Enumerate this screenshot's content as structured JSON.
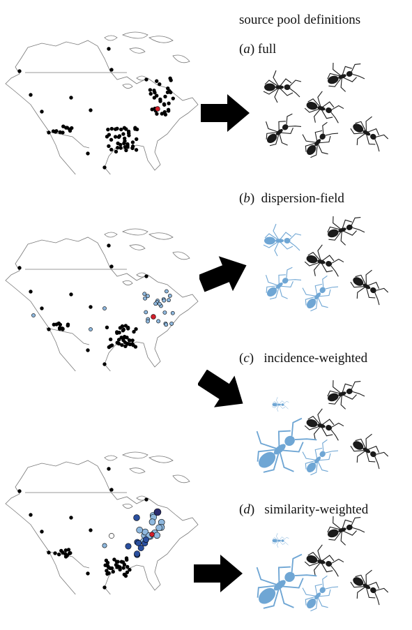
{
  "heading": "source pool definitions",
  "panels": [
    {
      "letter": "a",
      "name": "full"
    },
    {
      "letter": "b",
      "name": "dispersion-field"
    },
    {
      "letter": "c",
      "name": "incidence-weighted"
    },
    {
      "letter": "d",
      "name": "similarity-weighted"
    }
  ],
  "colors": {
    "background": "#ffffff",
    "site_black": "#000000",
    "site_light_blue": "#8fb8de",
    "site_dark_blue": "#2a4f9e",
    "site_navy": "#2c2d6e",
    "focal_site_red": "#d21f2a",
    "ant_black": "#1a1a1a",
    "ant_blue": "#6fa6d4",
    "map_outline": "#777777"
  }
}
